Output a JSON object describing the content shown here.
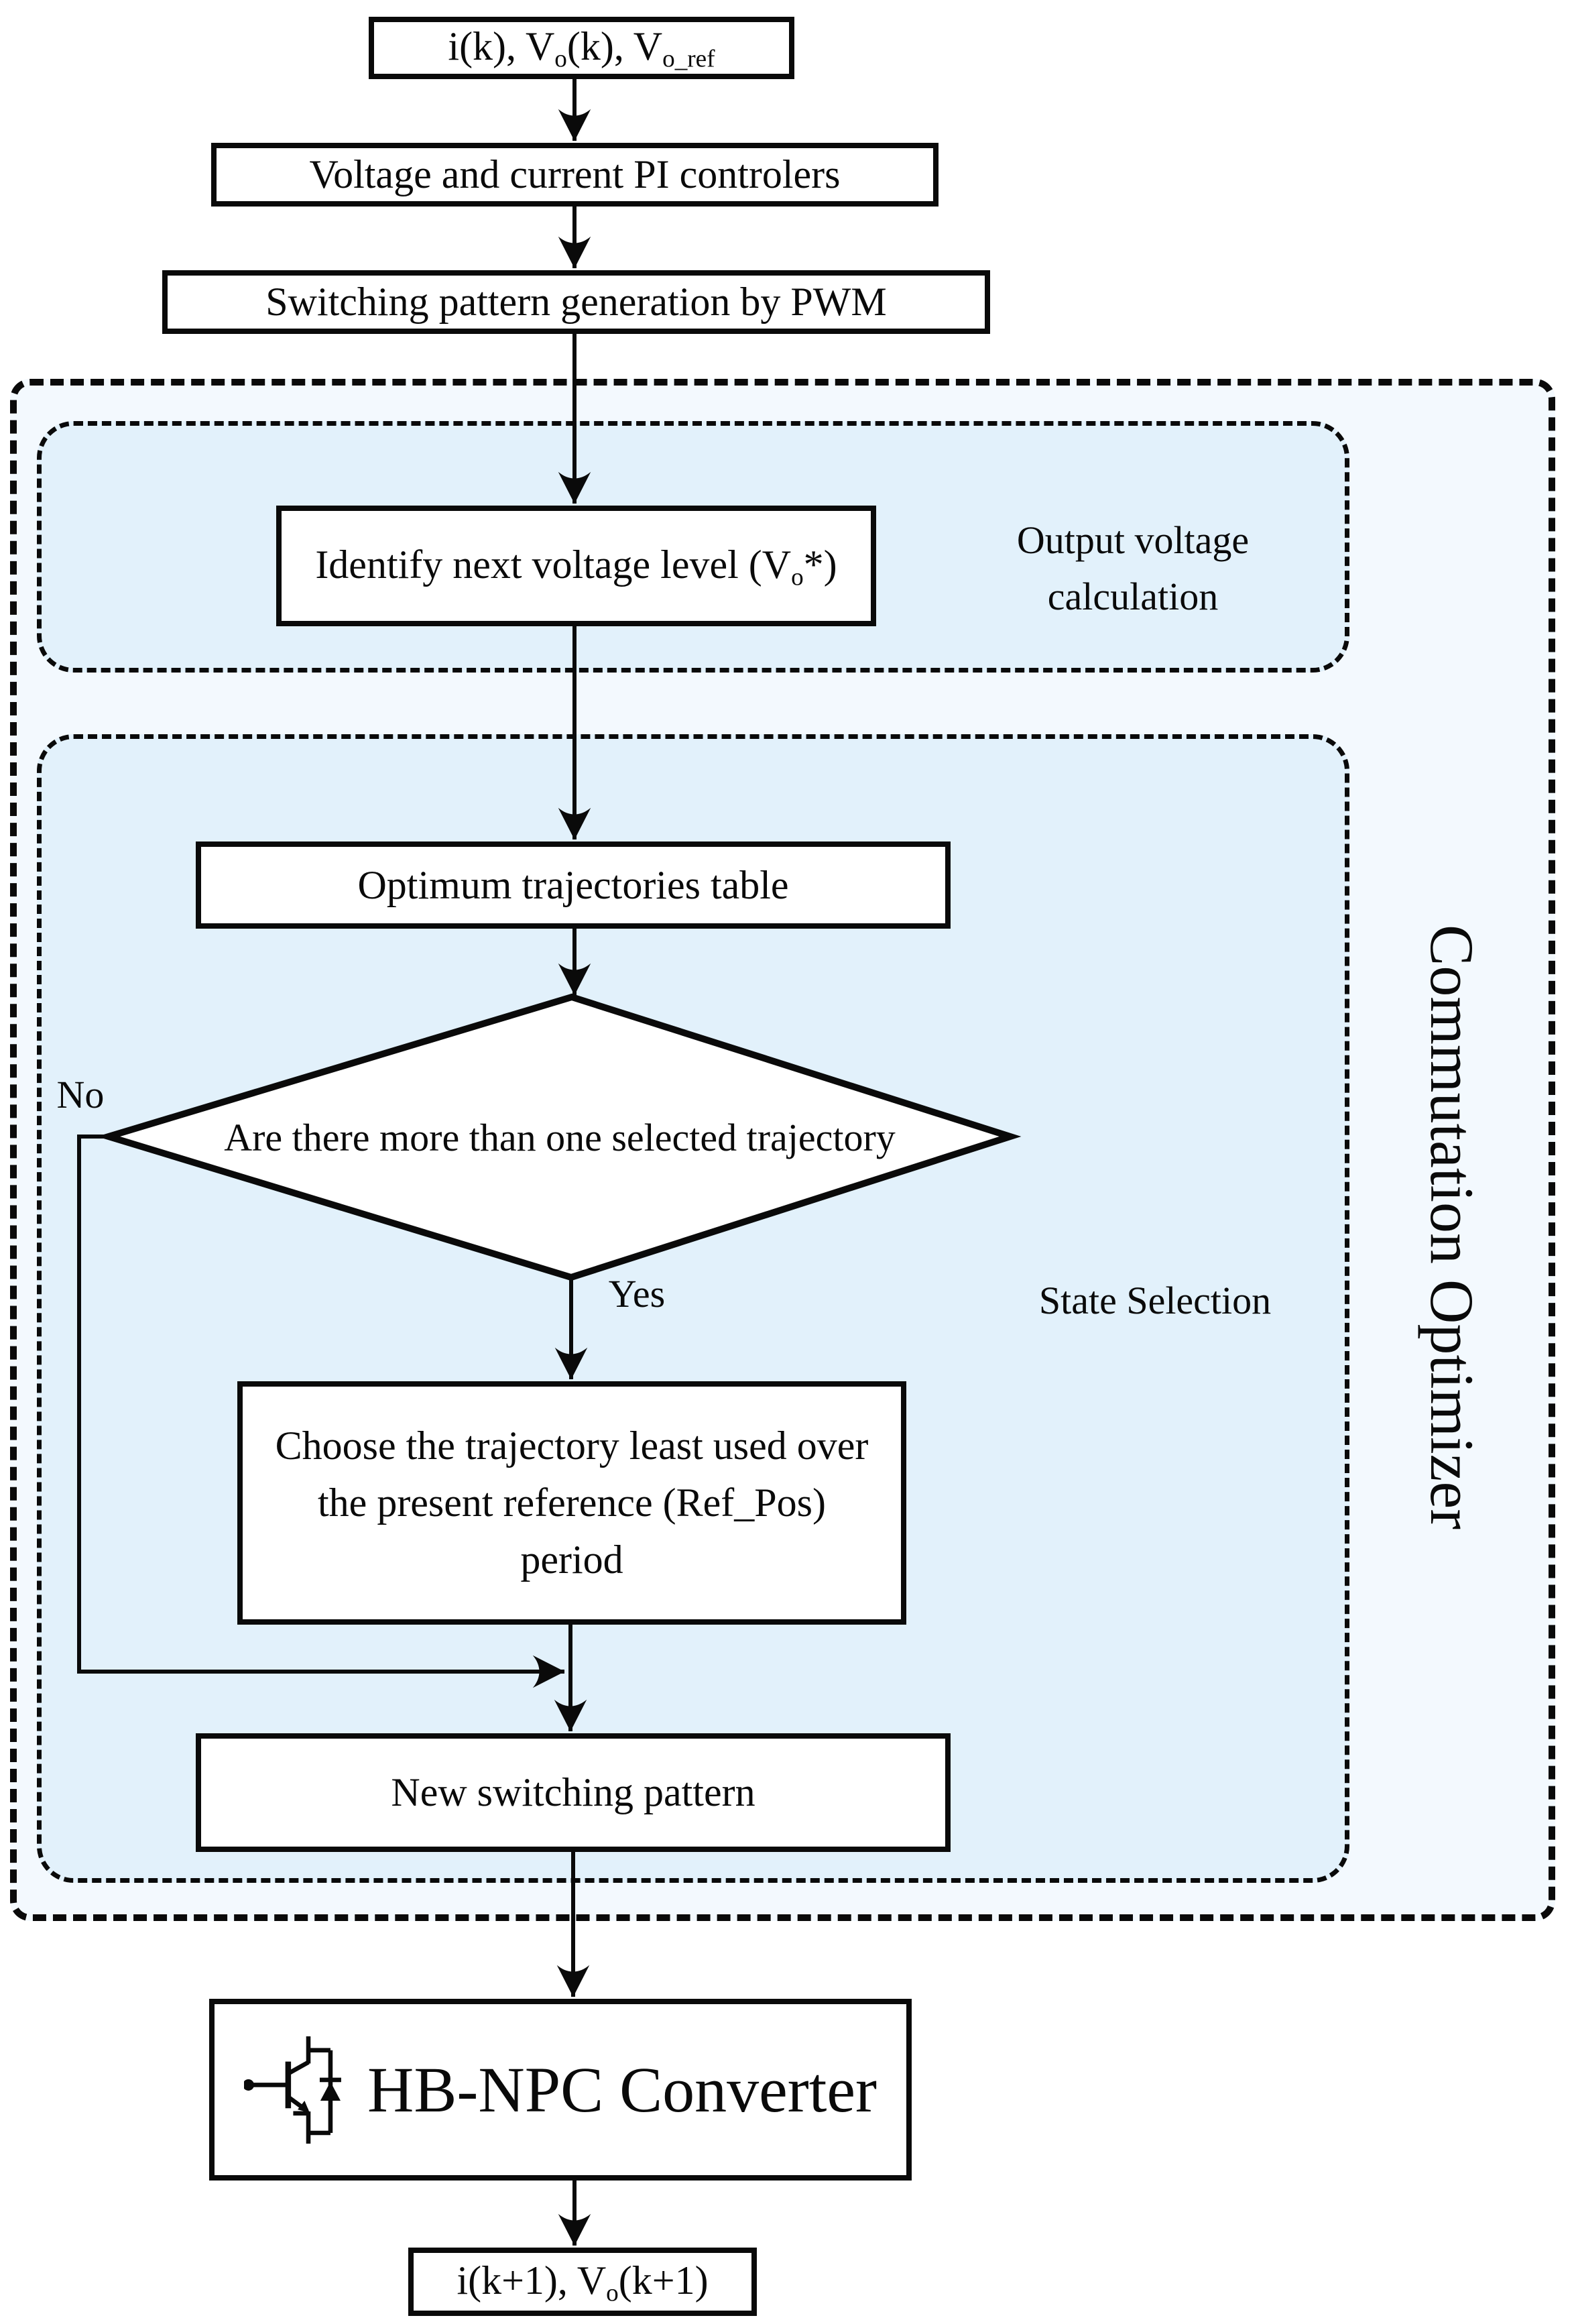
{
  "diagram": {
    "nodes": {
      "inputs": {
        "pre": "i(k), V",
        "sub1": "o",
        "mid": "(k), V",
        "sub2": "o_ref"
      },
      "pi_controllers": "Voltage and current PI controlers",
      "pwm": "Switching pattern generation by PWM",
      "identify": {
        "pre": "Identify next voltage level (V",
        "sub": "o",
        "post": "*)"
      },
      "optimum_table": "Optimum trajectories table",
      "decision": "Are there more than one selected trajectory",
      "choose": {
        "lines": [
          "Choose the trajectory least used over",
          "the present reference (Ref_Pos)",
          "period"
        ]
      },
      "new_pattern": "New switching pattern",
      "converter": "HB-NPC Converter",
      "outputs": {
        "pre": "i(k+1), V",
        "sub": "o",
        "post": "(k+1)"
      }
    },
    "regions": {
      "outer_title": "Commutation Optimizer",
      "output_voltage_calc": {
        "line1": "Output voltage",
        "line2": "calculation"
      },
      "state_selection": "State Selection"
    },
    "edges": {
      "yes": "Yes",
      "no": "No"
    },
    "colors": {
      "region_fill": "#e2f1fb",
      "outer_region_fill": "#f3f9fe",
      "line": "#0a0a0a",
      "node_fill": "#ffffff"
    },
    "icons": {
      "converter_icon": "igbt-with-antiparallel-diode"
    }
  }
}
